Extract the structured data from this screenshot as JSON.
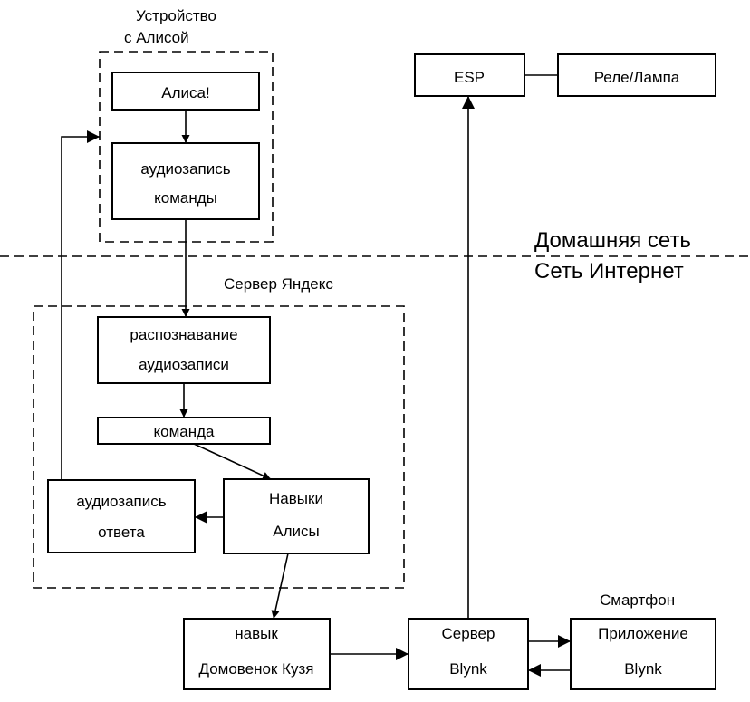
{
  "diagram": {
    "title": "Alice + Blynk smart home control flow",
    "colors": {
      "alice_device_fill": "#ffff00",
      "yandex_server_fill": "#ebcaca",
      "stroke": "#000000"
    },
    "zones": {
      "home_network": "Домашняя сеть",
      "internet": "Сеть Интернет"
    },
    "groups": {
      "alice_device": {
        "caption_line1": "Устройство",
        "caption_line2": "с Алисой"
      },
      "yandex_server": {
        "caption": "Сервер Яндекс"
      },
      "smartphone": {
        "caption": "Смартфон"
      }
    },
    "nodes": {
      "alice_wake": {
        "label": "Алиса!"
      },
      "command_recording": {
        "line1": "аудиозапись",
        "line2": "команды"
      },
      "recognition": {
        "line1": "распознавание",
        "line2": "аудиозаписи"
      },
      "command": {
        "label": "команда"
      },
      "alice_skills": {
        "line1": "Навыки",
        "line2": "Алисы"
      },
      "answer_recording": {
        "line1": "аудиозапись",
        "line2": "ответа"
      },
      "kuzya_skill": {
        "line1": "навык",
        "line2": "Домовенок Кузя"
      },
      "blynk_server": {
        "line1": "Сервер",
        "line2": "Blynk"
      },
      "blynk_app": {
        "line1": "Приложение",
        "line2": "Blynk"
      },
      "esp": {
        "label": "ESP"
      },
      "relay_lamp": {
        "label": "Реле/Лампа"
      }
    },
    "edges": [
      {
        "from": "alice_wake",
        "to": "command_recording"
      },
      {
        "from": "command_recording",
        "to": "recognition"
      },
      {
        "from": "recognition",
        "to": "command"
      },
      {
        "from": "command",
        "to": "alice_skills"
      },
      {
        "from": "alice_skills",
        "to": "answer_recording"
      },
      {
        "from": "answer_recording",
        "to": "command_recording"
      },
      {
        "from": "alice_skills",
        "to": "kuzya_skill"
      },
      {
        "from": "kuzya_skill",
        "to": "blynk_server"
      },
      {
        "from": "blynk_server",
        "to": "blynk_app"
      },
      {
        "from": "blynk_app",
        "to": "blynk_server"
      },
      {
        "from": "blynk_server",
        "to": "esp"
      },
      {
        "from": "esp",
        "to": "relay_lamp",
        "arrow": false
      }
    ]
  }
}
